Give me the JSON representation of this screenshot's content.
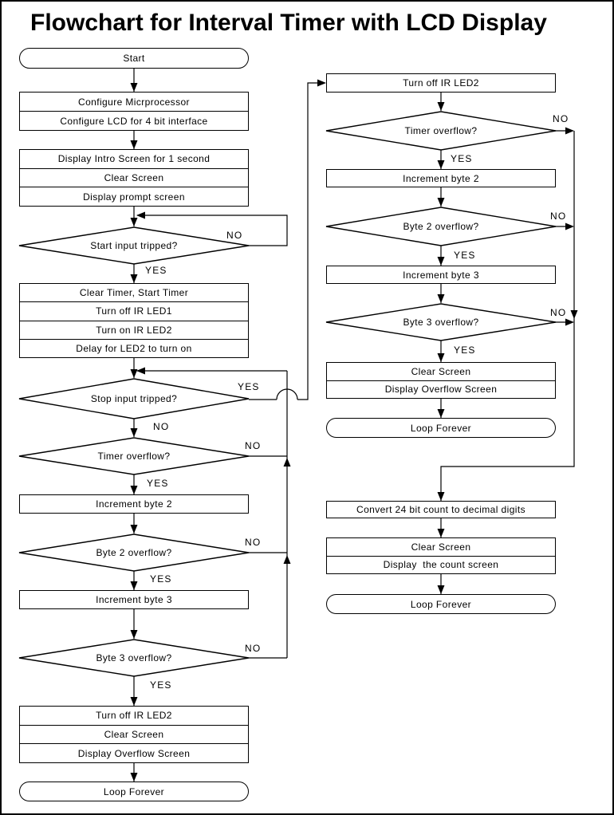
{
  "page": {
    "title": "Flowchart for Interval Timer with LCD Display",
    "background": "#ffffff",
    "ink": "#000000"
  },
  "labels": {
    "yes": "YES",
    "no": "NO"
  },
  "left_column": {
    "start_terminator": "Start",
    "config_box": {
      "rows": [
        "Configure Micrprocessor",
        "Configure LCD for 4 bit interface"
      ]
    },
    "intro_box": {
      "rows": [
        "Display Intro Screen for 1 second",
        "Clear Screen",
        "Display prompt screen"
      ]
    },
    "start_decision": "Start input tripped?",
    "init_box": {
      "rows": [
        "Clear Timer, Start Timer",
        "Turn off IR LED1",
        "Turn on IR LED2",
        "Delay for LED2 to turn on"
      ]
    },
    "stop_decision": "Stop input tripped?",
    "timer_overflow_decision": "Timer overflow?",
    "increment_byte2_box": "Increment byte 2",
    "byte2_overflow_decision": "Byte 2 overflow?",
    "increment_byte3_box": "Increment byte 3",
    "byte3_overflow_decision": "Byte 3 overflow?",
    "overflow_box": {
      "rows": [
        "Turn off IR LED2",
        "Clear Screen",
        "Display Overflow Screen"
      ]
    },
    "loop_terminator": "Loop Forever"
  },
  "right_column": {
    "turn_off_led2_box": "Turn off IR LED2",
    "timer_overflow_decision": "Timer overflow?",
    "increment_byte2_box": "Increment byte 2",
    "byte2_overflow_decision": "Byte 2 overflow?",
    "increment_byte3_box": "Increment byte 3",
    "byte3_overflow_decision": "Byte 3 overflow?",
    "overflow_box": {
      "rows": [
        "Clear Screen",
        "Display Overflow Screen"
      ]
    },
    "loop_terminator_1": "Loop Forever",
    "convert_box": "Convert 24 bit count to decimal digits",
    "count_box": {
      "rows": [
        "Clear Screen",
        "Display  the count screen"
      ]
    },
    "loop_terminator_2": "Loop Forever"
  }
}
